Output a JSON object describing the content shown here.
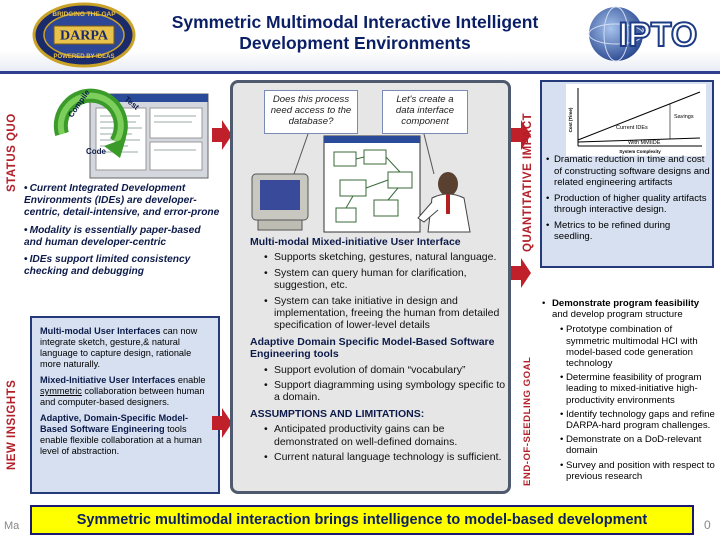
{
  "header": {
    "title": "Symmetric Multimodal Interactive Intelligent Development Environments",
    "darpa_logo": {
      "top_text": "BRIDGING THE GAP",
      "name": "DARPA",
      "bottom_text": "POWERED BY IDEAS",
      "icon": "darpa-seal-icon"
    },
    "ipto_logo": {
      "text": "IPTO",
      "icon": "ipto-globe-icon"
    }
  },
  "status_quo": {
    "label": "STATUS QUO",
    "cycle": {
      "compile": "Compile",
      "test": "Test",
      "code": "Code",
      "icon": "cycle-arrow-icon"
    },
    "items": [
      "Current Integrated Development Environments (IDEs) are developer-centric, detail-intensive, and error-prone",
      "Modality is essentially paper-based and human developer-centric",
      "IDEs support limited consistency checking and debugging"
    ]
  },
  "new_insights": {
    "label": "NEW INSIGHTS",
    "p1_bold": "Multi-modal User Interfaces",
    "p1_rest": " can now integrate sketch, gesture,& natural language to capture design, rationale more naturally.",
    "p2_bold": "Mixed-Initiative User Interfaces",
    "p2_pre": " enable ",
    "p2_u": "symmetric",
    "p2_rest": " collaboration between human and computer-based designers.",
    "p3_bold": "Adaptive, Domain-Specific Model-Based Software Engineering",
    "p3_rest": " tools enable flexible collaboration at a human level of abstraction."
  },
  "center": {
    "bubble_left": "Does this process need access to the database?",
    "bubble_right": "Let's create a data interface component",
    "section1_title": "Multi-modal Mixed-initiative User Interface",
    "section1_items": [
      "Supports sketching, gestures, natural language.",
      "System can query human for clarification, suggestion, etc.",
      "System can take initiative in design and implementation, freeing the human from detailed specification of lower-level details"
    ],
    "section2_title": "Adaptive Domain Specific Model-Based Software Engineering tools",
    "section2_items": [
      "Support evolution of domain “vocabulary”",
      "Support diagramming using symbology specific to a domain."
    ],
    "section3_title": "ASSUMPTIONS AND LIMITATIONS:",
    "section3_items": [
      "Anticipated productivity gains can be demonstrated on well-defined domains.",
      "Current natural language technology is sufficient."
    ]
  },
  "quantitative": {
    "label": "QUANTITATIVE IMPACT",
    "graph": {
      "ylabel": "Cost (Time)",
      "xlabel": "System Complexity",
      "savings": "Savings",
      "current": "Current IDEs",
      "with": "With MMIIDE"
    },
    "items": [
      "Dramatic reduction in time and cost of constructing software designs and related engineering artifacts",
      "Production of higher quality artifacts through interactive design.",
      "Metrics to be refined during seedling."
    ]
  },
  "goal": {
    "label": "END-OF-SEEDLING GOAL",
    "top_bold": "Demonstrate program feasibility",
    "top_rest": " and develop program structure",
    "items": [
      "Prototype combination of symmetric multimodal HCI with model-based code generation technology",
      "Determine feasibility of program leading to mixed-initiative high-productivity environments",
      "Identify technology gaps and refine DARPA-hard program challenges.",
      "Demonstrate on a DoD-relevant domain",
      "Survey and position with respect to previous research"
    ]
  },
  "banner": "Symmetric multimodal interaction brings intelligence to model-based development",
  "footer": {
    "left": "Ma",
    "right": "0"
  },
  "colors": {
    "navy": "#0b1f66",
    "red_label": "#b3202a",
    "panel_blue": "#d6e0f0",
    "banner_yellow": "#ffff00",
    "arrow_red": "#c0202a"
  }
}
